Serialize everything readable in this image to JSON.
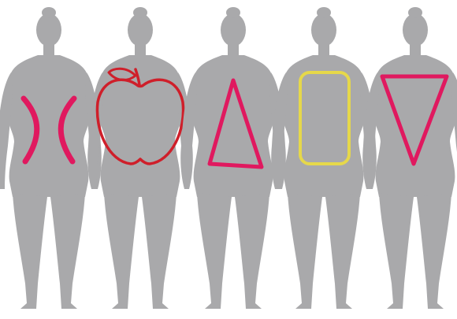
{
  "figures": [
    {
      "shape": "hourglass",
      "outline_color": "#e0195f"
    },
    {
      "shape": "apple",
      "outline_color": "#cf1f2a"
    },
    {
      "shape": "triangle",
      "outline_color": "#e0195f"
    },
    {
      "shape": "rectangle",
      "outline_color": "#e6d84a"
    },
    {
      "shape": "inverted-triangle",
      "outline_color": "#e0195f"
    }
  ],
  "colors": {
    "silhouette": "#a9a9ab",
    "background": "#ffffff"
  }
}
